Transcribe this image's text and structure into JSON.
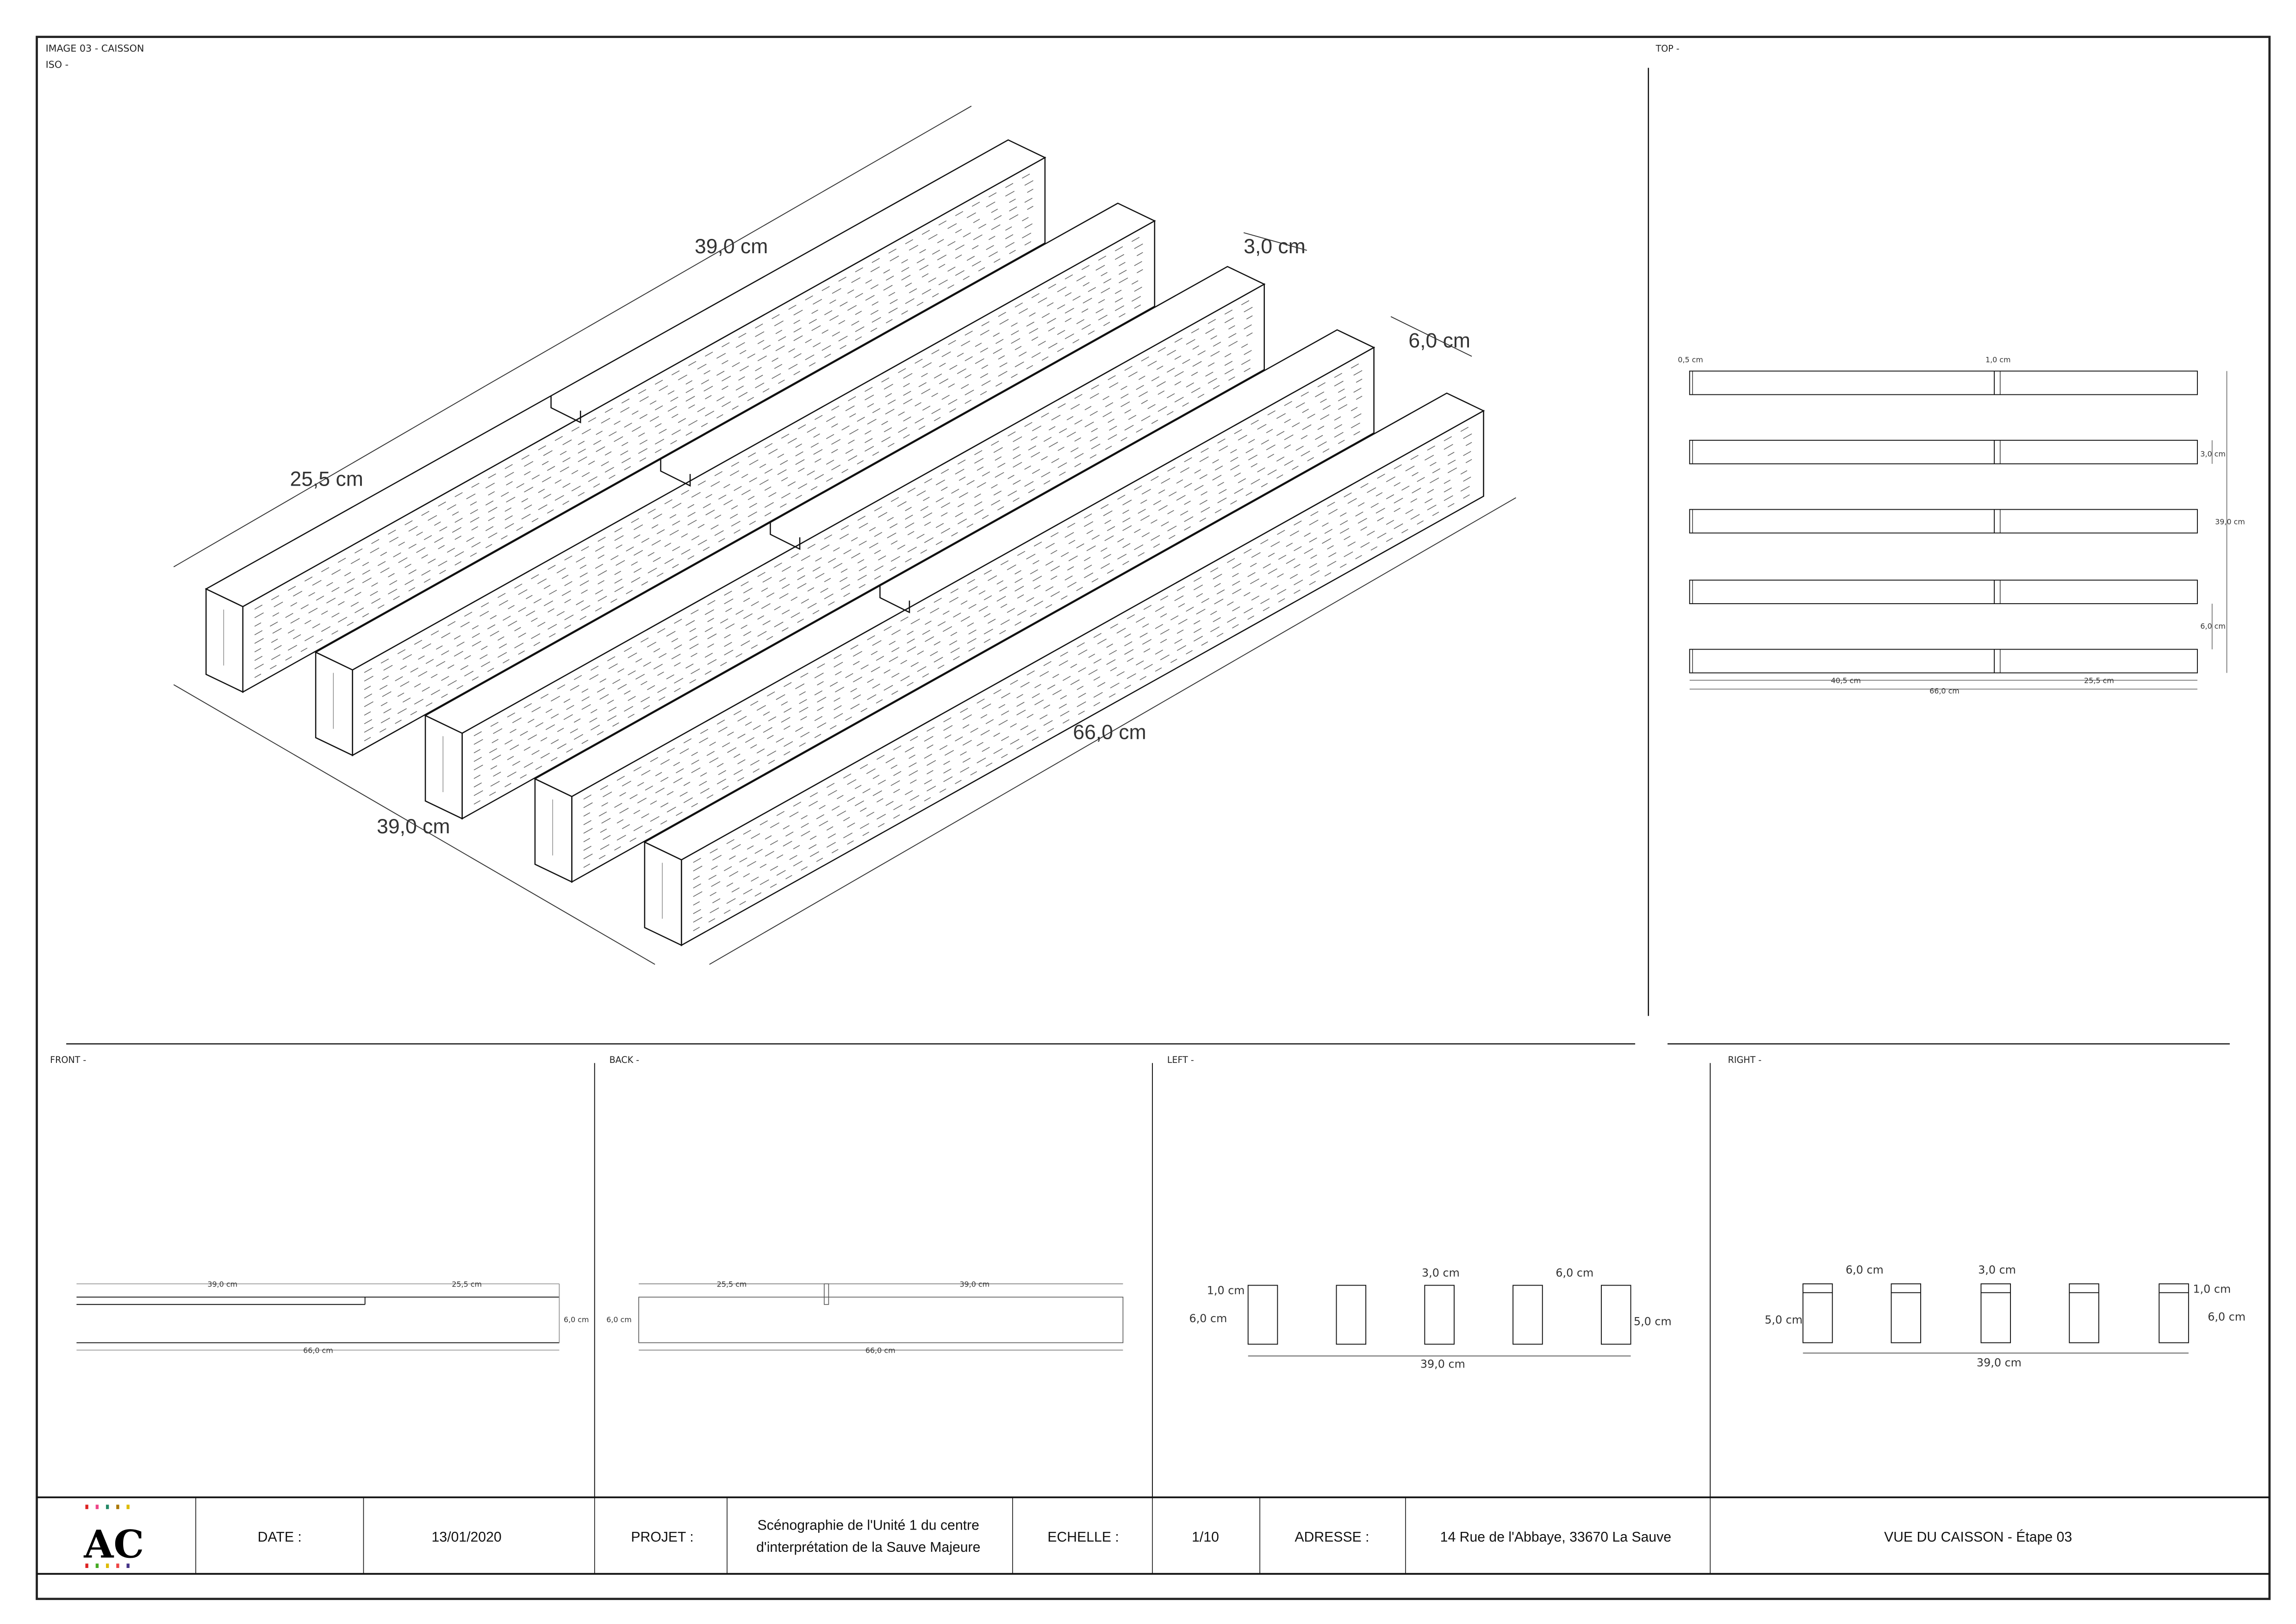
{
  "header": {
    "title": "IMAGE 03 - CAISSON",
    "iso_label": "ISO -"
  },
  "views": {
    "top": "TOP -",
    "front": "FRONT -",
    "back": "BACK -",
    "left": "LEFT -",
    "right": "RIGHT -"
  },
  "iso": {
    "dims": [
      "39,0 cm",
      "25,5 cm",
      "3,0 cm",
      "6,0 cm",
      "66,0 cm",
      "39,0 cm"
    ]
  },
  "top_view": {
    "dims": [
      "0,5 cm",
      "1,0 cm",
      "3,0 cm",
      "39,0 cm",
      "6,0 cm",
      "40,5 cm",
      "25,5 cm",
      "66,0 cm"
    ]
  },
  "front_view": {
    "dims": [
      "39,0 cm",
      "25,5 cm",
      "6,0 cm",
      "66,0 cm"
    ]
  },
  "back_view": {
    "dims": [
      "25,5 cm",
      "39,0 cm",
      "6,0 cm",
      "66,0 cm"
    ]
  },
  "left_view": {
    "dims": [
      "1,0 cm",
      "6,0 cm",
      "3,0 cm",
      "6,0 cm",
      "5,0 cm",
      "39,0 cm"
    ]
  },
  "right_view": {
    "dims": [
      "6,0 cm",
      "3,0 cm",
      "1,0 cm",
      "5,0 cm",
      "6,0 cm",
      "39,0 cm"
    ]
  },
  "title_block": {
    "logo": "AC",
    "date_label": "DATE :",
    "date_value": "13/01/2020",
    "project_label": "PROJET :",
    "project_line1": "Scénographie de l'Unité 1 du centre",
    "project_line2": "d'interprétation de la Sauve Majeure",
    "scale_label": "ECHELLE :",
    "scale_value": "1/10",
    "address_label": "ADRESSE :",
    "address_value": "14 Rue de l'Abbaye, 33670 La Sauve",
    "sheet_title": "VUE DU CAISSON - Étape 03"
  }
}
